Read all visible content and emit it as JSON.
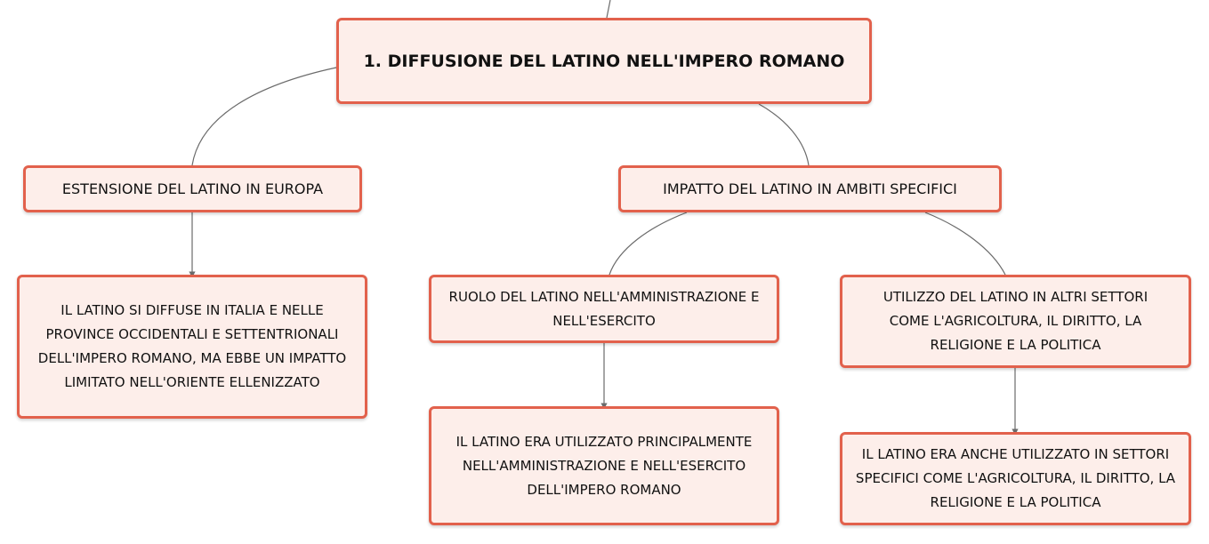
{
  "colors": {
    "node_border": "#e2614c",
    "node_fill": "#fdeeea",
    "connector": "#6b6b6b"
  },
  "nodes": {
    "root": "1. DIFFUSIONE DEL LATINO NELL'IMPERO ROMANO",
    "estensione": "ESTENSIONE DEL LATINO IN EUROPA",
    "impatto": "IMPATTO DEL LATINO IN AMBITI SPECIFICI",
    "estensione_detail": "IL LATINO SI DIFFUSE IN ITALIA E NELLE PROVINCE OCCIDENTALI E SETTENTRIONALI DELL'IMPERO ROMANO, MA EBBE UN IMPATTO LIMITATO NELL'ORIENTE ELLENIZZATO",
    "ruolo": "RUOLO DEL LATINO NELL'AMMINISTRAZIONE E NELL'ESERCITO",
    "ruolo_detail": "IL LATINO ERA UTILIZZATO PRINCIPALMENTE NELL'AMMINISTRAZIONE E NELL'ESERCITO DELL'IMPERO ROMANO",
    "utilizzo": "UTILIZZO DEL LATINO IN ALTRI SETTORI COME L'AGRICOLTURA, IL DIRITTO, LA RELIGIONE E LA POLITICA",
    "utilizzo_detail": "IL LATINO ERA ANCHE UTILIZZATO IN SETTORI SPECIFICI COME L'AGRICOLTURA, IL DIRITTO, LA RELIGIONE E LA POLITICA"
  }
}
